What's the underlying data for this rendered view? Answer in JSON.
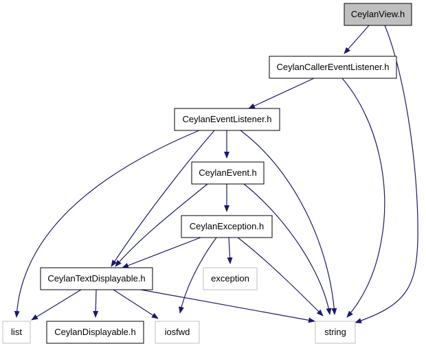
{
  "diagram": {
    "colors": {
      "edge": "#191970",
      "node_border": "#000000",
      "node_border_external": "#bfbfbf",
      "node_fill": "#ffffff",
      "node_fill_root": "#bfbfbf",
      "text": "#000000",
      "text_external": "#000000"
    },
    "nodes": [
      {
        "id": "view",
        "label": "CeylanView.h",
        "kind": "root"
      },
      {
        "id": "caller",
        "label": "CeylanCallerEventListener.h",
        "kind": "header"
      },
      {
        "id": "listener",
        "label": "CeylanEventListener.h",
        "kind": "header"
      },
      {
        "id": "event",
        "label": "CeylanEvent.h",
        "kind": "header"
      },
      {
        "id": "exception_h",
        "label": "CeylanException.h",
        "kind": "header"
      },
      {
        "id": "textdisp",
        "label": "CeylanTextDisplayable.h",
        "kind": "header"
      },
      {
        "id": "exception",
        "label": "exception",
        "kind": "external"
      },
      {
        "id": "list",
        "label": "list",
        "kind": "external"
      },
      {
        "id": "disp",
        "label": "CeylanDisplayable.h",
        "kind": "header"
      },
      {
        "id": "iosfwd",
        "label": "iosfwd",
        "kind": "external"
      },
      {
        "id": "string",
        "label": "string",
        "kind": "external"
      }
    ],
    "edges": [
      {
        "from": "view",
        "to": "caller"
      },
      {
        "from": "view",
        "to": "string"
      },
      {
        "from": "caller",
        "to": "listener"
      },
      {
        "from": "caller",
        "to": "string"
      },
      {
        "from": "listener",
        "to": "event"
      },
      {
        "from": "listener",
        "to": "list"
      },
      {
        "from": "listener",
        "to": "textdisp"
      },
      {
        "from": "listener",
        "to": "string"
      },
      {
        "from": "event",
        "to": "exception_h"
      },
      {
        "from": "event",
        "to": "textdisp"
      },
      {
        "from": "event",
        "to": "string"
      },
      {
        "from": "exception_h",
        "to": "textdisp"
      },
      {
        "from": "exception_h",
        "to": "exception"
      },
      {
        "from": "exception_h",
        "to": "iosfwd"
      },
      {
        "from": "exception_h",
        "to": "string"
      },
      {
        "from": "textdisp",
        "to": "list"
      },
      {
        "from": "textdisp",
        "to": "disp"
      },
      {
        "from": "textdisp",
        "to": "iosfwd"
      },
      {
        "from": "textdisp",
        "to": "string"
      }
    ]
  }
}
